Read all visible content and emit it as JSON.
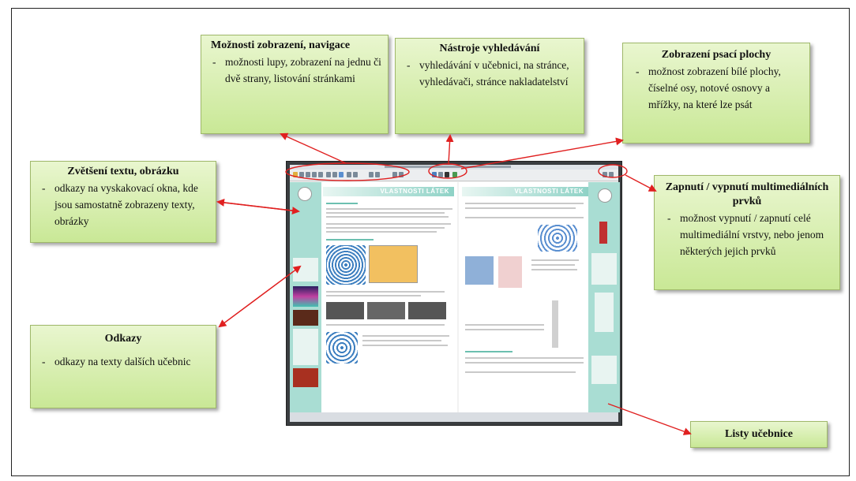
{
  "callouts": {
    "navigation": {
      "title": "Možnosti zobrazení, navigace",
      "items": [
        "možnosti lupy, zobrazení na jednu či dvě strany, listování stránkami"
      ]
    },
    "search": {
      "title": "Nástroje vyhledávání",
      "items": [
        "vyhledávání v učebnici, na stránce, vyhledávači, stránce nakladatelství"
      ]
    },
    "whiteboard": {
      "title": "Zobrazení psací plochy",
      "items": [
        "možnost zobrazení bílé plochy, číselné osy, notové osnovy a mřížky, na které lze psát"
      ]
    },
    "zoom_text": {
      "title": "Zvětšení textu, obrázku",
      "items": [
        "odkazy na vyskakovací okna, kde jsou samostatně zobrazeny texty, obrázky"
      ]
    },
    "multimedia": {
      "title": "Zapnutí / vypnutí multimediálních prvků",
      "items": [
        "možnost vypnutí / zapnutí celé multimediální vrstvy, nebo jenom některých jejich prvků"
      ]
    },
    "links": {
      "title": "Odkazy",
      "items": [
        "odkazy na texty dalších učebnic"
      ]
    },
    "sheets": {
      "title": "Listy učebnice"
    }
  },
  "screenshot": {
    "left_page_heading": "VLASTNOSTI LÁTEK",
    "right_page_heading": "VLASTNOSTI LÁTEK"
  },
  "colors": {
    "callout_fill": "#d6efad",
    "arrow": "#e02020",
    "page_side": "#a9ddd3"
  }
}
